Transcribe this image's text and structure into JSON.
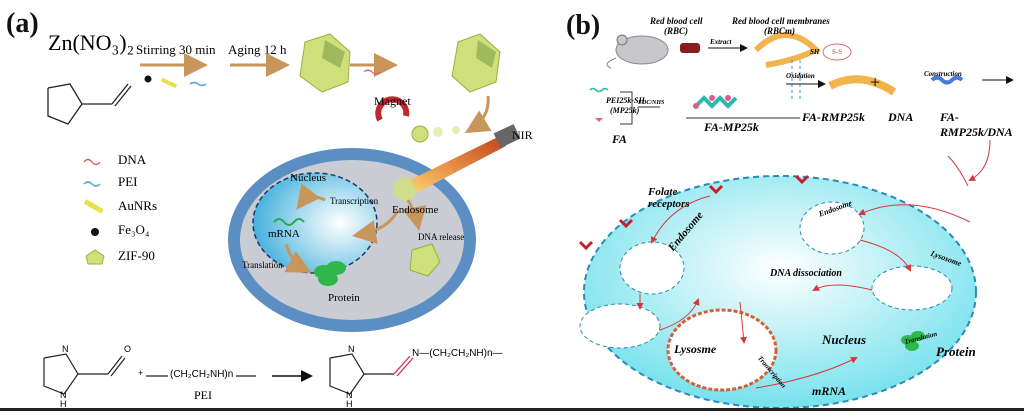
{
  "panel_a": {
    "label": "(a)",
    "reagent_top": "Zn(NO₃)₂",
    "step1": "Stirring 30 min",
    "step2": "Aging 12 h",
    "magnet": "Magnet",
    "nir": "NIR",
    "nucleus": "Nucleus",
    "transcription": "Transcription",
    "endosome": "Endosome",
    "mrna": "mRNA",
    "dna_release": "DNA release",
    "translation": "Translation",
    "protein": "Protein",
    "legend": [
      {
        "icon": "dna-icon",
        "label": "DNA"
      },
      {
        "icon": "pei-icon",
        "label": "PEI"
      },
      {
        "icon": "gold-nanorod-icon",
        "label": "AuNRs"
      },
      {
        "icon": "iron-oxide-icon",
        "label": "Fe₃O₄"
      },
      {
        "icon": "zif90-icon",
        "label": "ZIF-90"
      }
    ],
    "reaction": {
      "plus": "+",
      "pei_chain": "(CH₂CH₂NH)n",
      "pei_label": "PEI",
      "product_chain": "N—(CH₂CH₂NH)n—",
      "atom_n": "N",
      "atom_nh": "N",
      "atom_h": "H",
      "atom_o": "O"
    }
  },
  "panel_b": {
    "label": "(b)",
    "rbc_title": "Red blood cell",
    "rbc_abbr": "(RBC)",
    "rbcm_title": "Red blood cell membranes",
    "rbcm_abbr": "(RBCm)",
    "extract": "Extract",
    "sh": "SH",
    "ss": "S-S",
    "pei_sh_line1": "PEI25k-SH",
    "pei_sh_line2": "(MP25k)",
    "edc": "EDC/NHS",
    "fa": "FA",
    "fa_mp25k": "FA-MP25k",
    "oxidation": "Oxidation",
    "fa_rmp25k": "FA-RMP25k",
    "plus": "+",
    "dna": "DNA",
    "construction": "Construction",
    "complex": "FA-RMP25k/DNA",
    "folate_receptors_1": "Folate",
    "folate_receptors_2": "receptors",
    "endosome_left": "Endosome",
    "endosome_right": "Endosome",
    "lysosome_right": "Lysosome",
    "lysosome_left": "Lysosme",
    "dna_dissociation": "DNA  dissociation",
    "nucleus": "Nucleus",
    "transcription": "Transcription",
    "mrna": "mRNA",
    "translation": "Translation",
    "protein": "Protein"
  },
  "colors": {
    "arrow_tan": "#c8955a",
    "cell_blue": "#5b8fc4",
    "cytoplasm_b": "#7fe6f0",
    "nucleus_border": "#d4603a",
    "red_arrow": "#d23a3a",
    "zif_green": "#cfe07a"
  }
}
